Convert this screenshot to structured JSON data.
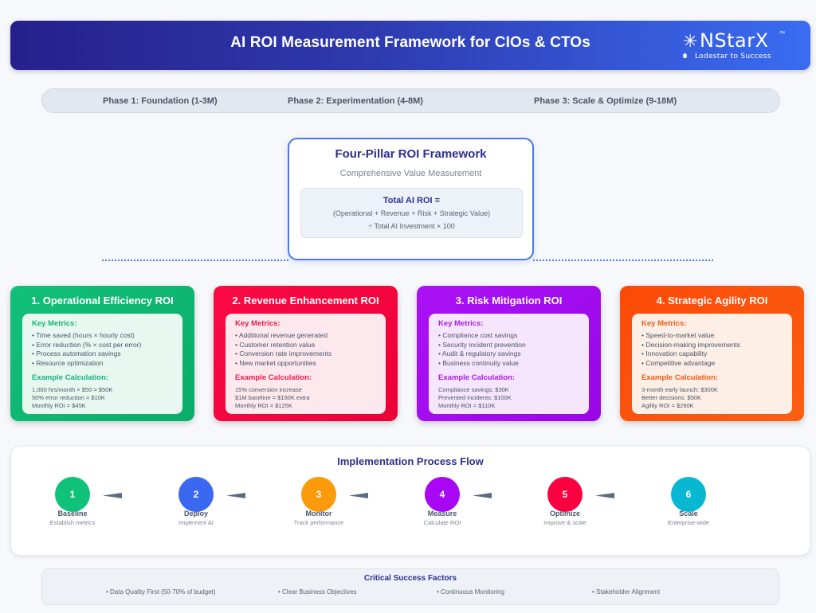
{
  "header": {
    "title": "AI ROI Measurement Framework for CIOs & CTOs",
    "logo": {
      "star": "✳",
      "name": "NStarX",
      "tm": "™",
      "tagline": "Lodestar to Success"
    }
  },
  "phases": [
    {
      "label": "Phase 1: Foundation (1-3M)"
    },
    {
      "label": "Phase 2: Experimentation (4-8M)"
    },
    {
      "label": "Phase 3: Scale & Optimize (9-18M)"
    }
  ],
  "framework": {
    "title": "Four-Pillar ROI Framework",
    "subtitle": "Comprehensive Value Measurement",
    "formula_title": "Total AI ROI =",
    "formula_line1": "(Operational + Revenue + Risk + Strategic Value)",
    "formula_line2": "÷ Total AI Investment × 100"
  },
  "pillars": [
    {
      "title": "1. Operational Efficiency ROI",
      "color": "#0fb872",
      "inner_bg": "#e8f8f1",
      "accent": "#14b474",
      "metrics_label": "Key Metrics:",
      "metrics": [
        "• Time saved (hours × hourly cost)",
        "• Error reduction (% × cost per error)",
        "• Process automation savings",
        "• Resource optimization"
      ],
      "calc_label": "Example Calculation:",
      "calc": [
        "1,000 hrs/month × $50 = $50K",
        "50% error reduction = $10K",
        "Monthly ROI = $45K"
      ]
    },
    {
      "title": "2. Revenue Enhancement ROI",
      "color": "#f5073f",
      "inner_bg": "#fde8ee",
      "accent": "#f0194c",
      "metrics_label": "Key Metrics:",
      "metrics": [
        "• Additional revenue generated",
        "• Customer retention value",
        "• Conversion rate improvements",
        "• New market opportunities"
      ],
      "calc_label": "Example Calculation:",
      "calc": [
        "15% conversion increase",
        "$1M baseline = $150K extra",
        "Monthly ROI = $125K"
      ]
    },
    {
      "title": "3. Risk Mitigation ROI",
      "color": "#a20ff0",
      "inner_bg": "#f6e6fd",
      "accent": "#a71ce8",
      "metrics_label": "Key Metrics:",
      "metrics": [
        "• Compliance cost savings",
        "• Security incident prevention",
        "• Audit & regulatory savings",
        "• Business continuity value"
      ],
      "calc_label": "Example Calculation:",
      "calc": [
        "Compliance savings: $30K",
        "Prevented incidents: $100K",
        "Monthly ROI = $110K"
      ]
    },
    {
      "title": "4. Strategic Agility ROI",
      "color": "#fb4c0a",
      "inner_bg": "#fdeee6",
      "accent": "#f55a16",
      "metrics_label": "Key Metrics:",
      "metrics": [
        "• Speed-to-market value",
        "• Decision-making improvements",
        "• Innovation capability",
        "• Competitive advantage"
      ],
      "calc_label": "Example Calculation:",
      "calc": [
        "3-month early launch: $300K",
        "Better decisions: $50K",
        "Agility ROI = $290K"
      ]
    }
  ],
  "process": {
    "title": "Implementation Process Flow",
    "steps": [
      {
        "num": "1",
        "name": "Baseline",
        "desc": "Establish metrics",
        "color": "#0fc27a"
      },
      {
        "num": "2",
        "name": "Deploy",
        "desc": "Implement AI",
        "color": "#3a68f0"
      },
      {
        "num": "3",
        "name": "Monitor",
        "desc": "Track performance",
        "color": "#fb9a0a"
      },
      {
        "num": "4",
        "name": "Measure",
        "desc": "Calculate ROI",
        "color": "#a806f5"
      },
      {
        "num": "5",
        "name": "Optimize",
        "desc": "Improve & scale",
        "color": "#fb0040"
      },
      {
        "num": "6",
        "name": "Scale",
        "desc": "Enterprise-wide",
        "color": "#08b8d2"
      }
    ]
  },
  "success_factors": {
    "title": "Critical Success Factors",
    "items": [
      "• Data Quality First (50-70% of budget)",
      "• Clear Business Objectives",
      "• Continuous Monitoring",
      "• Stakeholder Alignment"
    ]
  }
}
